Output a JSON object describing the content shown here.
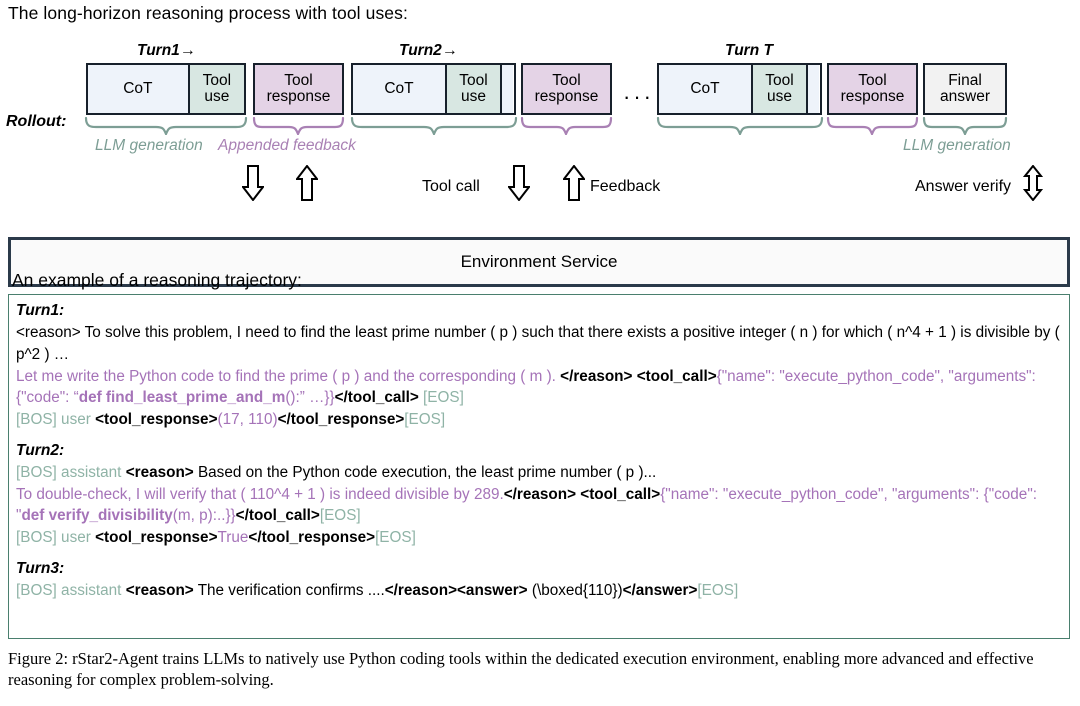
{
  "headings": {
    "top": "The long-horizon reasoning process with tool uses:",
    "trajectory": "An example of a reasoning trajectory:"
  },
  "diagram": {
    "rollout_label": "Rollout:",
    "turn_labels": [
      {
        "text": "Turn1",
        "arrow": "→"
      },
      {
        "text": "Turn2",
        "arrow": "→"
      },
      {
        "text": "Turn T",
        "arrow": ""
      }
    ],
    "ellipsis": "···",
    "cells": {
      "cot": "CoT",
      "tool_use_l1": "Tool",
      "tool_use_l2": "use",
      "tool_resp_l1": "Tool",
      "tool_resp_l2": "response",
      "final_l1": "Final",
      "final_l2": "answer"
    },
    "brace_labels": {
      "llm_generation": "LLM generation",
      "appended_feedback": "Appended feedback",
      "llm_generation_2": "LLM generation"
    },
    "arrow_labels": {
      "tool_call": "Tool call",
      "feedback": "Feedback",
      "answer_verify": "Answer verify"
    },
    "env_bar": "Environment Service",
    "colors": {
      "cot": "#eef3fa",
      "tool_use": "#d8e7e2",
      "tool_response": "#e4d3e6",
      "final_answer": "#f2f2f2",
      "border": "#17202b",
      "brace_green": "#7d9e95",
      "brace_purple": "#a981b4",
      "env_border": "#2b3a4a",
      "traj_border": "#4a7f6e",
      "text_purple": "#a573b8",
      "text_green": "#8fb3a6"
    }
  },
  "trajectory": {
    "turn1": {
      "header": "Turn1:",
      "line1_black": "<reason> To solve this problem, I need to find the least prime number ( p ) such that there exists a positive integer ( n ) for which ( n^4 + 1 ) is divisible by ( p^2 ) …",
      "line2_purple_a": "Let me write the Python code to find the prime ( p ) and the corresponding ( m ). ",
      "line2_black_a": "</reason> <tool_call>",
      "line2_purple_b": "{\"name\": \"execute_python_code\", \"arguments\": {\"code\": “",
      "line2_bold_purple": "def find_least_prime_and_m",
      "line2_purple_c": "():” …}}",
      "line2_black_b": "</tool_call> ",
      "line2_green": "[EOS]",
      "line3_green_a": "[BOS]",
      "line3_green_b": " user ",
      "line3_bold": "<tool_response>",
      "line3_purple": "(17, 110)",
      "line3_bold_b": "</tool_response>",
      "line3_green_c": "[EOS]"
    },
    "turn2": {
      "header": "Turn2:",
      "line1_green_a": "[BOS]",
      "line1_green_b": " assistant ",
      "line1_bold": "<reason>",
      "line1_black": " Based on the Python code execution, the least prime number ( p )...",
      "line2_purple_a": "To double-check, I will verify that ( 110^4 + 1 ) is indeed divisible by 289.",
      "line2_black_a": "</reason> <tool_call>",
      "line2_purple_b": "{\"name\": \"execute_python_code\", \"arguments\": {\"code\": \"",
      "line2_bold_purple": "def verify_divisibility",
      "line2_purple_c": "(m, p):..}}",
      "line2_black_b": "</tool_call>",
      "line2_green": "[EOS]",
      "line3_green_a": "[BOS]",
      "line3_green_b": " user ",
      "line3_bold": "<tool_response>",
      "line3_purple": "True",
      "line3_bold_b": "</tool_response>",
      "line3_green_c": "[EOS]"
    },
    "turn3": {
      "header": "Turn3:",
      "line1_green_a": "[BOS]",
      "line1_green_b": " assistant ",
      "line1_bold": "<reason>",
      "line1_black": " The verification confirms ....",
      "line1_bold_b": "</reason><answer>",
      "line1_black_b": " (\\boxed{110})",
      "line1_bold_c": "</answer>",
      "line1_green_c": "[EOS]"
    }
  },
  "caption": "Figure 2: rStar2-Agent trains LLMs to natively use Python coding tools within the dedicated execution environment, enabling more advanced and effective reasoning for complex problem-solving."
}
